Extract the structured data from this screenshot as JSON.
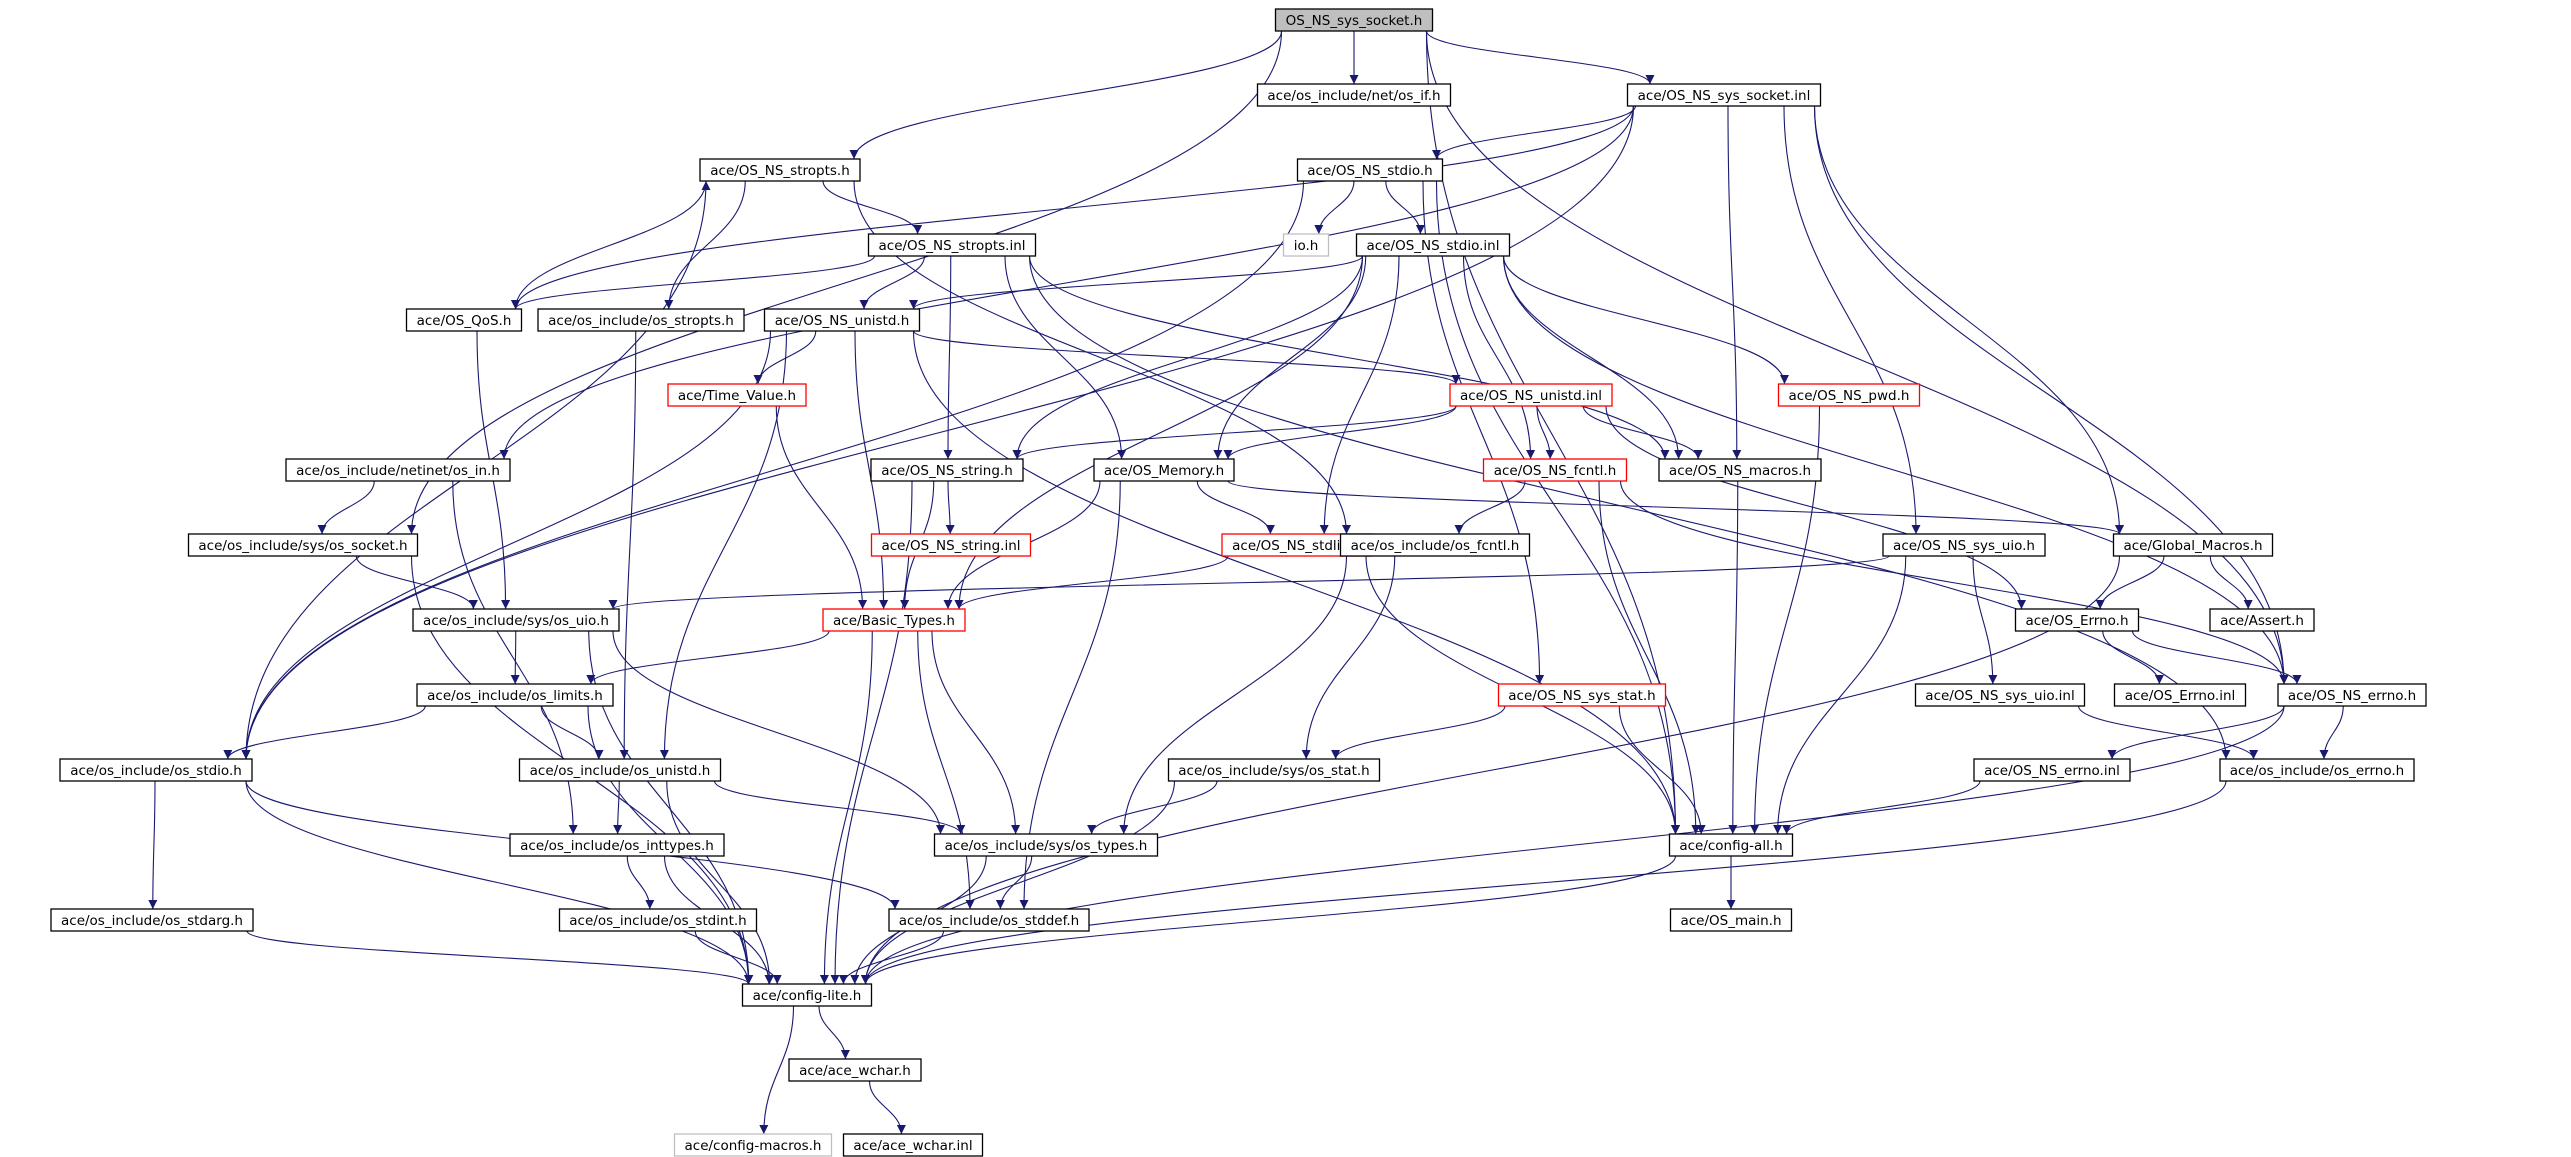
{
  "title": "OS_NS_sys_socket.h",
  "colors": {
    "edge": "#191970",
    "node_border": "#000000",
    "node_border_missing": "#ff0000",
    "node_border_external": "#bfbfbf",
    "root_fill": "#bfbfbf",
    "node_fill": "#ffffff"
  },
  "nodes": [
    {
      "id": "root",
      "label": "OS_NS_sys_socket.h",
      "kind": "root"
    },
    {
      "id": "os_if",
      "label": "ace/os_include/net/os_if.h",
      "kind": "normal"
    },
    {
      "id": "sock_inl",
      "label": "ace/OS_NS_sys_socket.inl",
      "kind": "normal"
    },
    {
      "id": "stropts_h",
      "label": "ace/OS_NS_stropts.h",
      "kind": "normal"
    },
    {
      "id": "stdio_h",
      "label": "ace/OS_NS_stdio.h",
      "kind": "normal"
    },
    {
      "id": "io_h",
      "label": "io.h",
      "kind": "external"
    },
    {
      "id": "stropts_inl",
      "label": "ace/OS_NS_stropts.inl",
      "kind": "normal"
    },
    {
      "id": "stdio_inl",
      "label": "ace/OS_NS_stdio.inl",
      "kind": "normal"
    },
    {
      "id": "qos_h",
      "label": "ace/OS_QoS.h",
      "kind": "normal"
    },
    {
      "id": "os_stropts",
      "label": "ace/os_include/os_stropts.h",
      "kind": "normal"
    },
    {
      "id": "unistd_h",
      "label": "ace/OS_NS_unistd.h",
      "kind": "normal"
    },
    {
      "id": "time_value",
      "label": "ace/Time_Value.h",
      "kind": "missing"
    },
    {
      "id": "unistd_inl",
      "label": "ace/OS_NS_unistd.inl",
      "kind": "missing"
    },
    {
      "id": "pwd_h",
      "label": "ace/OS_NS_pwd.h",
      "kind": "missing"
    },
    {
      "id": "netinet_in",
      "label": "ace/os_include/netinet/os_in.h",
      "kind": "normal"
    },
    {
      "id": "string_h",
      "label": "ace/OS_NS_string.h",
      "kind": "normal"
    },
    {
      "id": "memory_h",
      "label": "ace/OS_Memory.h",
      "kind": "normal"
    },
    {
      "id": "fcntl_h",
      "label": "ace/OS_NS_fcntl.h",
      "kind": "missing"
    },
    {
      "id": "macros_h",
      "label": "ace/OS_NS_macros.h",
      "kind": "normal"
    },
    {
      "id": "sys_socket",
      "label": "ace/os_include/sys/os_socket.h",
      "kind": "normal"
    },
    {
      "id": "string_inl",
      "label": "ace/OS_NS_string.inl",
      "kind": "missing"
    },
    {
      "id": "stdlib_h",
      "label": "ace/OS_NS_stdlib.h",
      "kind": "missing"
    },
    {
      "id": "os_fcntl",
      "label": "ace/os_include/os_fcntl.h",
      "kind": "normal"
    },
    {
      "id": "sys_uio_ns",
      "label": "ace/OS_NS_sys_uio.h",
      "kind": "normal"
    },
    {
      "id": "global_macros",
      "label": "ace/Global_Macros.h",
      "kind": "normal"
    },
    {
      "id": "sys_os_uio",
      "label": "ace/os_include/sys/os_uio.h",
      "kind": "normal"
    },
    {
      "id": "basic_types",
      "label": "ace/Basic_Types.h",
      "kind": "missing"
    },
    {
      "id": "os_errno_h",
      "label": "ace/OS_Errno.h",
      "kind": "normal"
    },
    {
      "id": "assert_h",
      "label": "ace/Assert.h",
      "kind": "normal"
    },
    {
      "id": "os_limits",
      "label": "ace/os_include/os_limits.h",
      "kind": "normal"
    },
    {
      "id": "sys_stat_ns",
      "label": "ace/OS_NS_sys_stat.h",
      "kind": "missing"
    },
    {
      "id": "sys_uio_inl",
      "label": "ace/OS_NS_sys_uio.inl",
      "kind": "normal"
    },
    {
      "id": "os_errno_inl",
      "label": "ace/OS_Errno.inl",
      "kind": "normal"
    },
    {
      "id": "ns_errno_h",
      "label": "ace/OS_NS_errno.h",
      "kind": "normal"
    },
    {
      "id": "os_stdio",
      "label": "ace/os_include/os_stdio.h",
      "kind": "normal"
    },
    {
      "id": "os_unistd",
      "label": "ace/os_include/os_unistd.h",
      "kind": "normal"
    },
    {
      "id": "sys_os_stat",
      "label": "ace/os_include/sys/os_stat.h",
      "kind": "normal"
    },
    {
      "id": "ns_errno_inl",
      "label": "ace/OS_NS_errno.inl",
      "kind": "normal"
    },
    {
      "id": "os_errno_inc",
      "label": "ace/os_include/os_errno.h",
      "kind": "normal"
    },
    {
      "id": "inttypes",
      "label": "ace/os_include/os_inttypes.h",
      "kind": "normal"
    },
    {
      "id": "sys_types",
      "label": "ace/os_include/sys/os_types.h",
      "kind": "normal"
    },
    {
      "id": "config_all",
      "label": "ace/config-all.h",
      "kind": "normal"
    },
    {
      "id": "stdarg",
      "label": "ace/os_include/os_stdarg.h",
      "kind": "normal"
    },
    {
      "id": "stdint",
      "label": "ace/os_include/os_stdint.h",
      "kind": "normal"
    },
    {
      "id": "stddef",
      "label": "ace/os_include/os_stddef.h",
      "kind": "normal"
    },
    {
      "id": "os_main",
      "label": "ace/OS_main.h",
      "kind": "normal"
    },
    {
      "id": "config_lite",
      "label": "ace/config-lite.h",
      "kind": "normal"
    },
    {
      "id": "ace_wchar",
      "label": "ace/ace_wchar.h",
      "kind": "normal"
    },
    {
      "id": "config_macros",
      "label": "ace/config-macros.h",
      "kind": "external"
    },
    {
      "id": "ace_wchar_inl",
      "label": "ace/ace_wchar.inl",
      "kind": "normal"
    }
  ],
  "edges": [
    [
      "root",
      "os_if"
    ],
    [
      "root",
      "sock_inl"
    ],
    [
      "root",
      "stropts_h"
    ],
    [
      "root",
      "sys_socket"
    ],
    [
      "root",
      "ns_errno_h"
    ],
    [
      "root",
      "config_all"
    ],
    [
      "sock_inl",
      "stdio_h"
    ],
    [
      "sock_inl",
      "qos_h"
    ],
    [
      "sock_inl",
      "netinet_in"
    ],
    [
      "sock_inl",
      "macros_h"
    ],
    [
      "sock_inl",
      "global_macros"
    ],
    [
      "sock_inl",
      "sys_uio_ns"
    ],
    [
      "sock_inl",
      "os_stdio"
    ],
    [
      "sock_inl",
      "ns_errno_h"
    ],
    [
      "stropts_h",
      "stropts_inl"
    ],
    [
      "stropts_h",
      "os_stropts"
    ],
    [
      "stropts_h",
      "os_stdio"
    ],
    [
      "stropts_h",
      "os_fcntl"
    ],
    [
      "stdio_h",
      "io_h"
    ],
    [
      "stdio_h",
      "stdio_inl"
    ],
    [
      "stdio_h",
      "sys_stat_ns"
    ],
    [
      "stdio_h",
      "config_all"
    ],
    [
      "stdio_h",
      "os_stdio"
    ],
    [
      "stropts_inl",
      "unistd_h"
    ],
    [
      "stropts_inl",
      "string_h"
    ],
    [
      "stropts_inl",
      "memory_h"
    ],
    [
      "stropts_inl",
      "macros_h"
    ],
    [
      "stropts_inl",
      "qos_h"
    ],
    [
      "stropts_inl",
      "os_errno_inc"
    ],
    [
      "stdio_inl",
      "unistd_h"
    ],
    [
      "stdio_inl",
      "string_h"
    ],
    [
      "stdio_inl",
      "memory_h"
    ],
    [
      "stdio_inl",
      "fcntl_h"
    ],
    [
      "stdio_inl",
      "macros_h"
    ],
    [
      "stdio_inl",
      "pwd_h"
    ],
    [
      "stdio_inl",
      "stdlib_h"
    ],
    [
      "stdio_inl",
      "ns_errno_h"
    ],
    [
      "stdio_inl",
      "basic_types"
    ],
    [
      "qos_h",
      "stropts_h"
    ],
    [
      "qos_h",
      "sys_os_uio"
    ],
    [
      "os_stropts",
      "os_unistd"
    ],
    [
      "unistd_h",
      "time_value"
    ],
    [
      "unistd_h",
      "unistd_inl"
    ],
    [
      "unistd_h",
      "basic_types"
    ],
    [
      "unistd_h",
      "os_unistd"
    ],
    [
      "unistd_h",
      "os_stdio"
    ],
    [
      "unistd_h",
      "config_all"
    ],
    [
      "time_value",
      "basic_types"
    ],
    [
      "unistd_inl",
      "string_h"
    ],
    [
      "unistd_inl",
      "memory_h"
    ],
    [
      "unistd_inl",
      "fcntl_h"
    ],
    [
      "unistd_inl",
      "macros_h"
    ],
    [
      "unistd_inl",
      "os_errno_h"
    ],
    [
      "pwd_h",
      "config_all"
    ],
    [
      "netinet_in",
      "sys_socket"
    ],
    [
      "netinet_in",
      "inttypes"
    ],
    [
      "string_h",
      "string_inl"
    ],
    [
      "string_h",
      "basic_types"
    ],
    [
      "string_h",
      "config_lite"
    ],
    [
      "memory_h",
      "stdlib_h"
    ],
    [
      "memory_h",
      "basic_types"
    ],
    [
      "memory_h",
      "stddef"
    ],
    [
      "memory_h",
      "global_macros"
    ],
    [
      "fcntl_h",
      "os_fcntl"
    ],
    [
      "fcntl_h",
      "config_all"
    ],
    [
      "fcntl_h",
      "ns_errno_h"
    ],
    [
      "macros_h",
      "config_all"
    ],
    [
      "sys_socket",
      "sys_os_uio"
    ],
    [
      "sys_socket",
      "config_lite"
    ],
    [
      "stdlib_h",
      "basic_types"
    ],
    [
      "stdlib_h",
      "config_all"
    ],
    [
      "os_fcntl",
      "sys_os_stat"
    ],
    [
      "os_fcntl",
      "sys_types"
    ],
    [
      "sys_uio_ns",
      "sys_uio_inl"
    ],
    [
      "sys_uio_ns",
      "sys_os_uio"
    ],
    [
      "sys_uio_ns",
      "config_all"
    ],
    [
      "global_macros",
      "os_errno_h"
    ],
    [
      "global_macros",
      "assert_h"
    ],
    [
      "global_macros",
      "config_lite"
    ],
    [
      "sys_os_uio",
      "os_limits"
    ],
    [
      "sys_os_uio",
      "sys_types"
    ],
    [
      "sys_os_uio",
      "config_lite"
    ],
    [
      "basic_types",
      "os_limits"
    ],
    [
      "basic_types",
      "sys_types"
    ],
    [
      "basic_types",
      "stddef"
    ],
    [
      "basic_types",
      "config_lite"
    ],
    [
      "os_errno_h",
      "os_errno_inl"
    ],
    [
      "os_errno_h",
      "ns_errno_h"
    ],
    [
      "os_limits",
      "os_unistd"
    ],
    [
      "os_limits",
      "os_stdio"
    ],
    [
      "os_limits",
      "config_lite"
    ],
    [
      "sys_stat_ns",
      "sys_os_stat"
    ],
    [
      "sys_stat_ns",
      "config_all"
    ],
    [
      "sys_uio_inl",
      "os_errno_inc"
    ],
    [
      "ns_errno_h",
      "ns_errno_inl"
    ],
    [
      "ns_errno_h",
      "os_errno_inc"
    ],
    [
      "ns_errno_h",
      "config_lite"
    ],
    [
      "os_stdio",
      "stdarg"
    ],
    [
      "os_stdio",
      "stddef"
    ],
    [
      "os_stdio",
      "config_lite"
    ],
    [
      "os_unistd",
      "inttypes"
    ],
    [
      "os_unistd",
      "sys_types"
    ],
    [
      "os_unistd",
      "config_lite"
    ],
    [
      "sys_os_stat",
      "sys_types"
    ],
    [
      "sys_os_stat",
      "config_lite"
    ],
    [
      "ns_errno_inl",
      "config_all"
    ],
    [
      "os_errno_inc",
      "config_lite"
    ],
    [
      "inttypes",
      "stdint"
    ],
    [
      "inttypes",
      "config_lite"
    ],
    [
      "sys_types",
      "stddef"
    ],
    [
      "sys_types",
      "config_lite"
    ],
    [
      "config_all",
      "os_main"
    ],
    [
      "config_all",
      "config_lite"
    ],
    [
      "stdarg",
      "config_lite"
    ],
    [
      "stdint",
      "config_lite"
    ],
    [
      "stddef",
      "config_lite"
    ],
    [
      "config_lite",
      "ace_wchar"
    ],
    [
      "config_lite",
      "config_macros"
    ],
    [
      "ace_wchar",
      "ace_wchar_inl"
    ]
  ]
}
